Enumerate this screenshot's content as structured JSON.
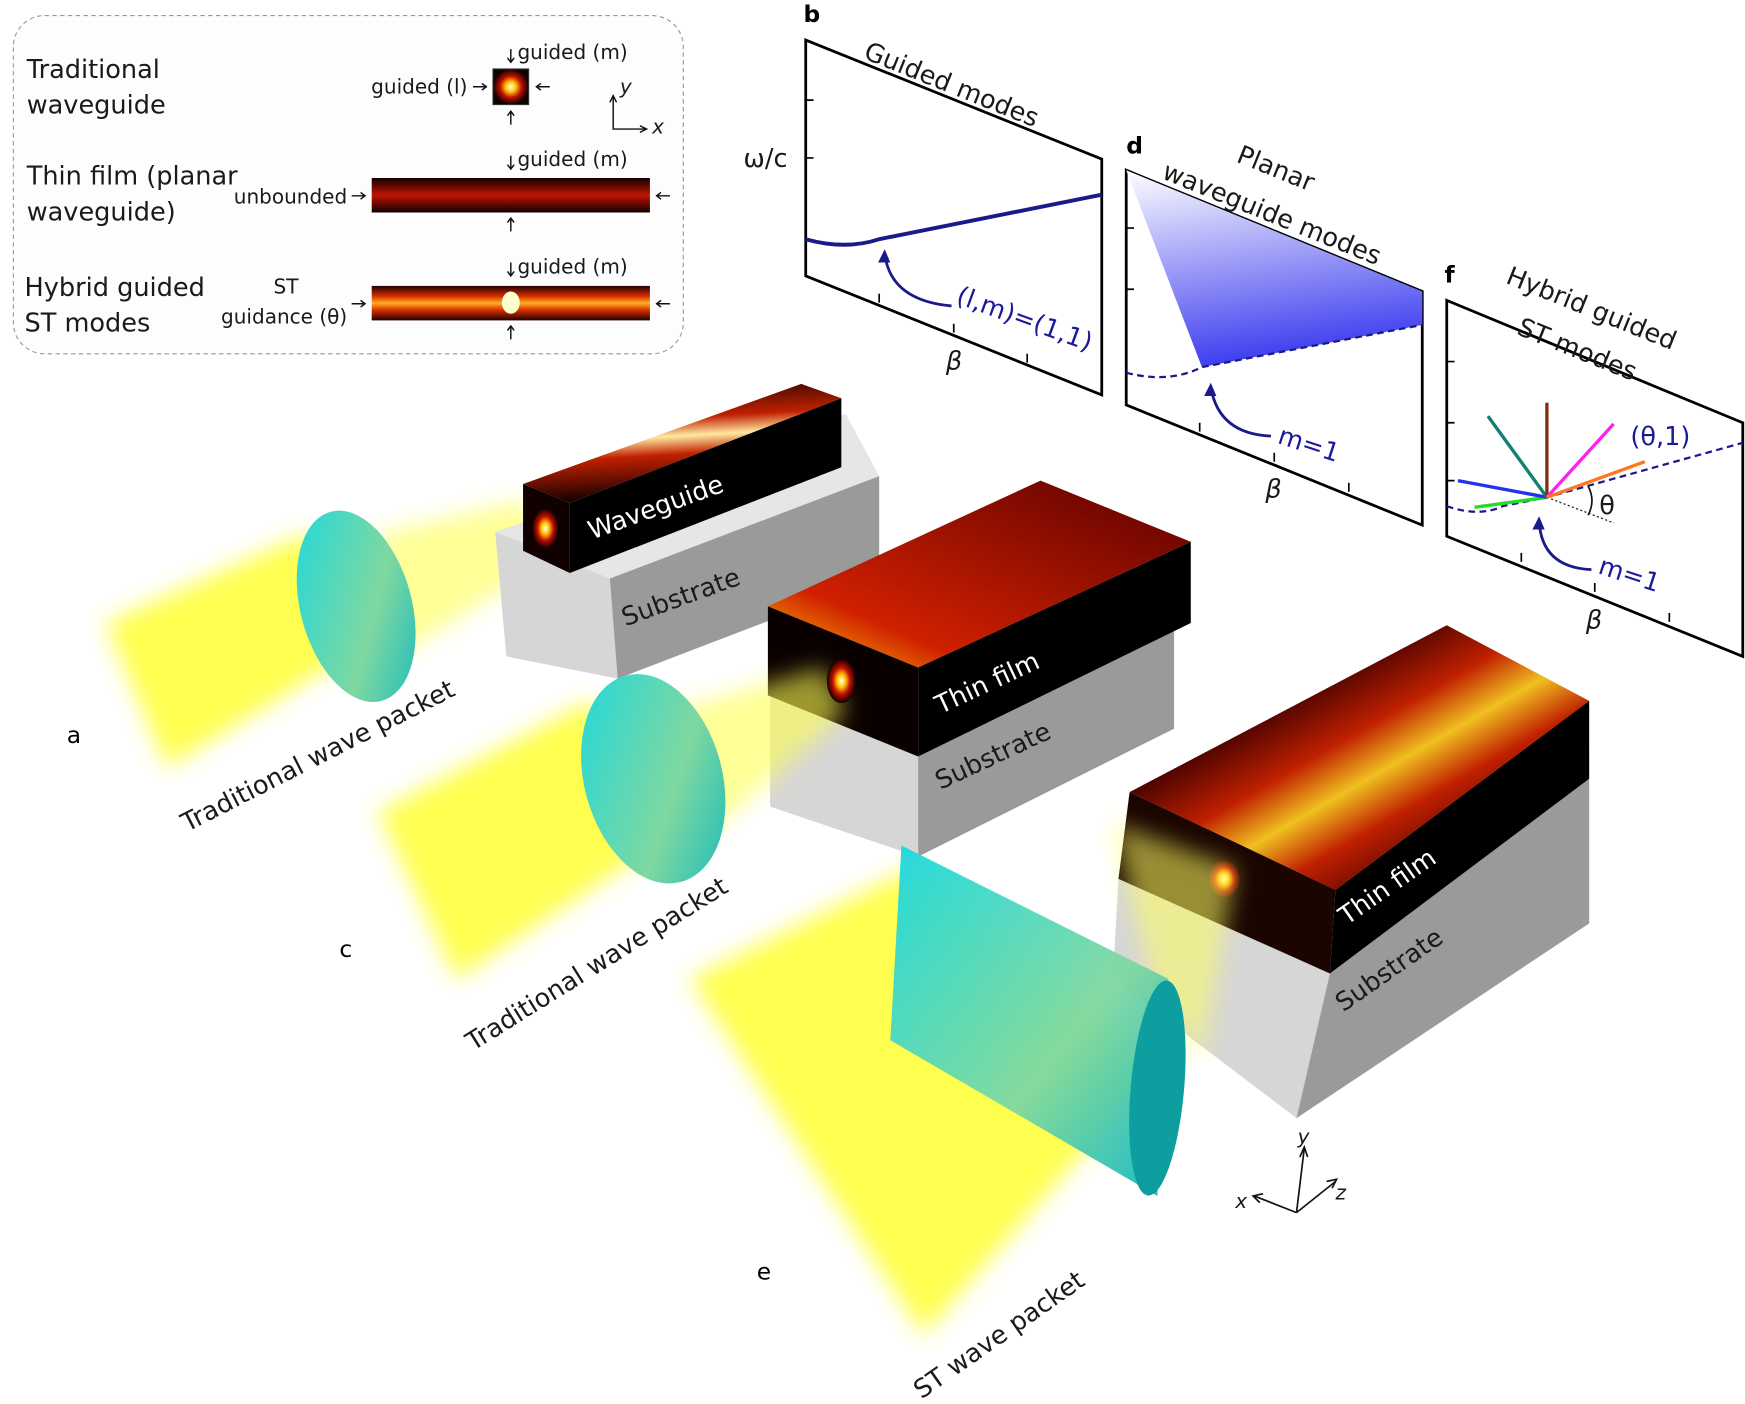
{
  "inset": {
    "rows": [
      {
        "title_lines": [
          "Traditional",
          "waveguide"
        ],
        "top_label": "guided (m)",
        "side_label": "guided (l)"
      },
      {
        "title_lines": [
          "Thin film (planar",
          "waveguide)"
        ],
        "top_label": "guided (m)",
        "side_label": "unbounded"
      },
      {
        "title_lines": [
          "Hybrid guided",
          "ST modes"
        ],
        "top_label": "guided (m)",
        "side_label_lines": [
          "ST",
          "guidance (θ)"
        ]
      }
    ],
    "axis_x": "x",
    "axis_y": "y"
  },
  "panel_b": {
    "letter": "b",
    "title": "Guided modes",
    "ylabel": "ω/c",
    "xlabel": "β",
    "annotation": "(l,m)=(1,1)"
  },
  "panel_d": {
    "letter": "d",
    "title_lines": [
      "Planar",
      "waveguide modes"
    ],
    "xlabel": "β",
    "annotation": "m=1"
  },
  "panel_f": {
    "letter": "f",
    "title_lines": [
      "Hybrid guided",
      "ST modes"
    ],
    "xlabel": "β",
    "annotation": "m=1",
    "line_label": "(θ,1)",
    "angle_label": "θ"
  },
  "scene": {
    "a": {
      "letter": "a",
      "packet": "Traditional wave packet",
      "block": "Waveguide",
      "substrate": "Substrate"
    },
    "c": {
      "letter": "c",
      "packet": "Traditional wave packet",
      "block": "Thin film",
      "substrate": "Substrate"
    },
    "e": {
      "letter": "e",
      "packet": "ST wave packet",
      "block": "Thin film",
      "substrate": "Substrate"
    },
    "axes": {
      "x": "x",
      "y": "y",
      "z": "z"
    }
  },
  "colors": {
    "curve": "#1a1a8a",
    "lens": "#19d3dc",
    "beam": "#ffff20",
    "substrate": "#d9d9d9"
  }
}
